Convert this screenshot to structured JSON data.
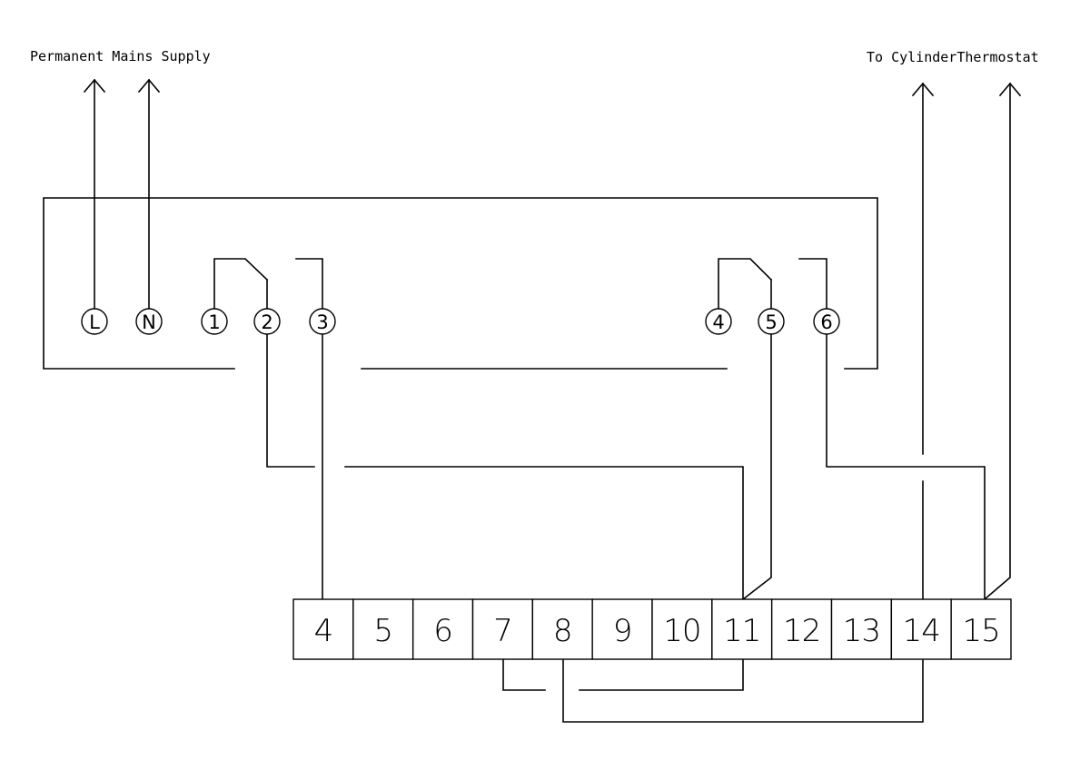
{
  "labels": {
    "mains_supply": "Permanent Mains Supply",
    "cylinder_thermostat": "To CylinderThermostat"
  },
  "programmer_terminals": [
    "L",
    "N",
    "1",
    "2",
    "3",
    "4",
    "5",
    "6"
  ],
  "strip_terminals": [
    "4",
    "5",
    "6",
    "7",
    "8",
    "9",
    "10",
    "11",
    "12",
    "13",
    "14",
    "15"
  ],
  "colors": {
    "line": "#000000",
    "background": "#ffffff"
  }
}
